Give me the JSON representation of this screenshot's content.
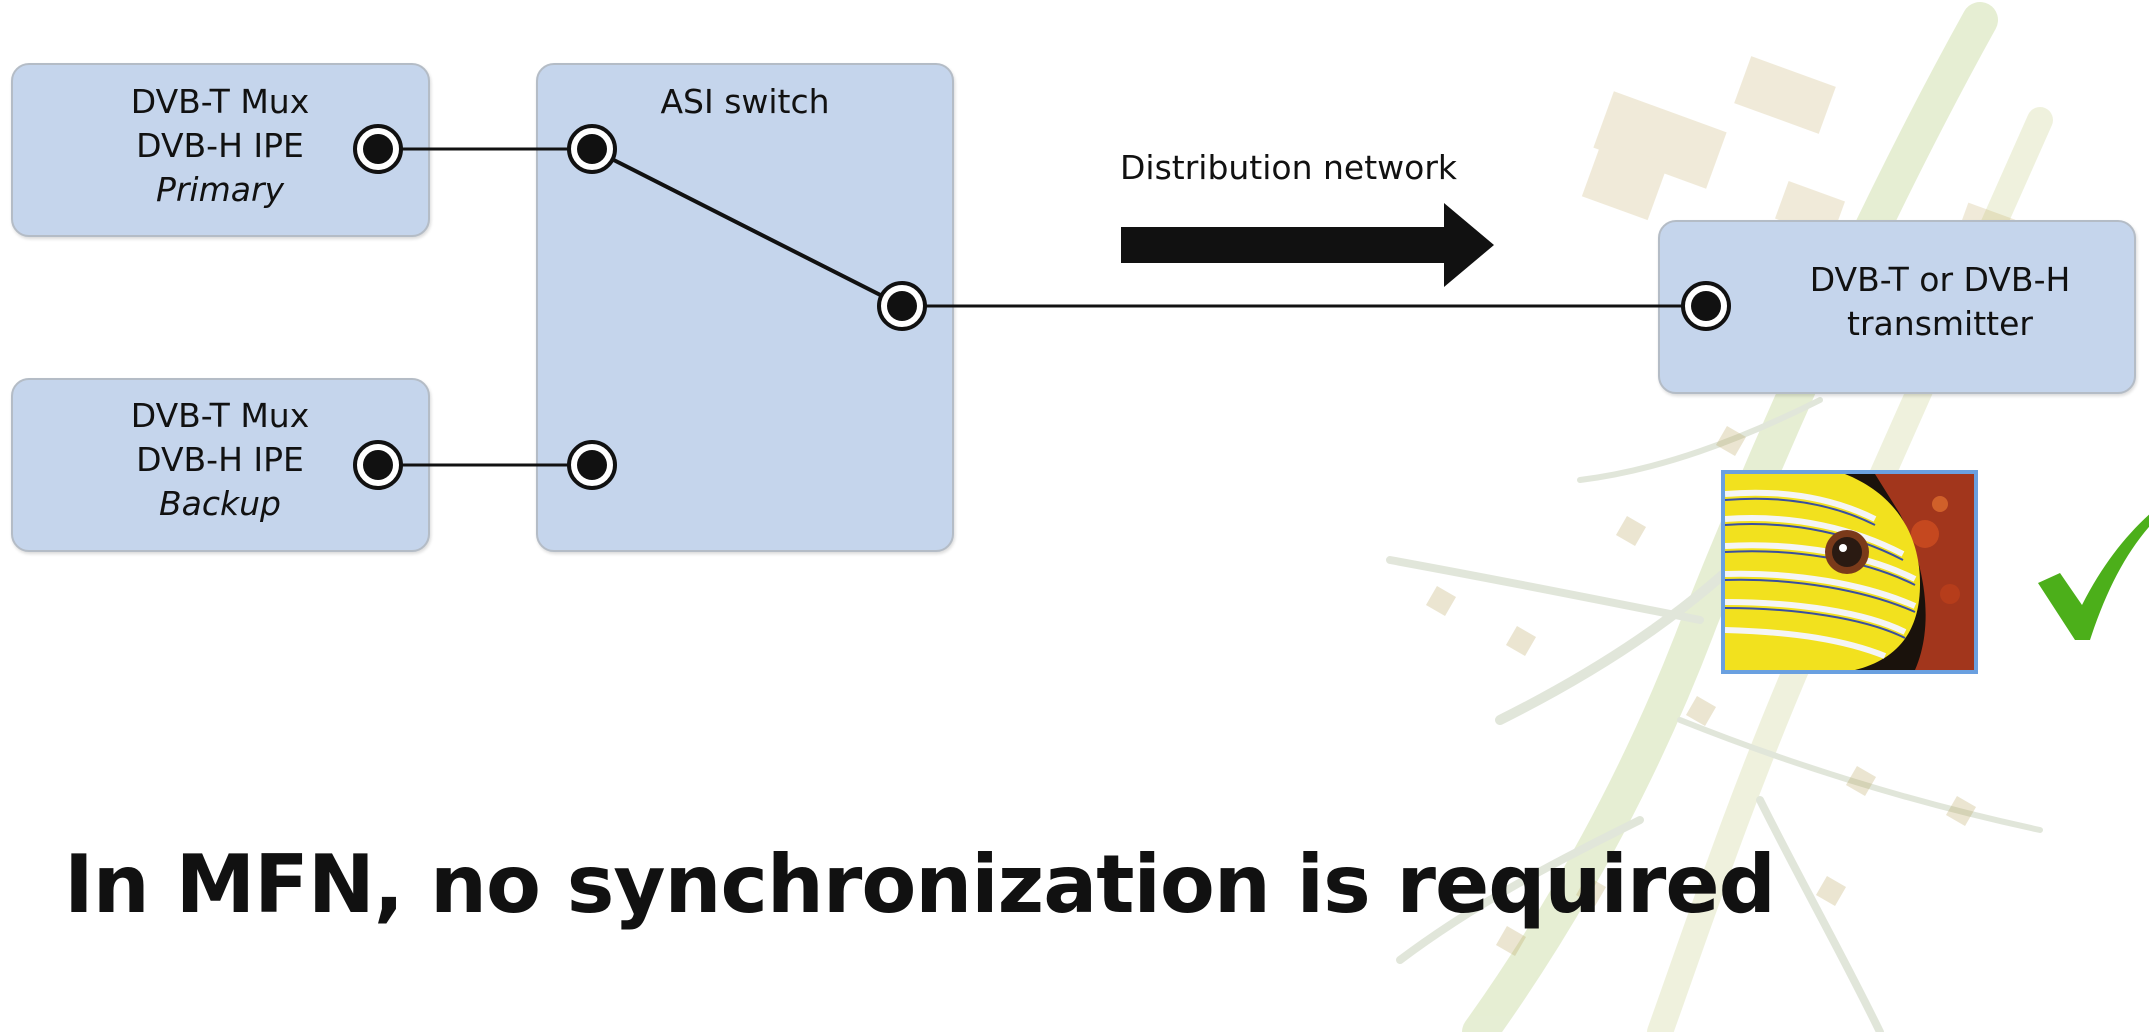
{
  "primary_box": {
    "line1": "DVB-T Mux",
    "line2": "DVB-H IPE",
    "line3": "Primary"
  },
  "backup_box": {
    "line1": "DVB-T Mux",
    "line2": "DVB-H IPE",
    "line3": "Backup"
  },
  "asi_switch": {
    "label": "ASI switch"
  },
  "network": {
    "label": "Distribution network"
  },
  "transmitter_box": {
    "line1": "DVB-T or DVB-H",
    "line2": "transmitter"
  },
  "slide": {
    "title": "In MFN, no synchronization is required"
  },
  "icons": {
    "photo": "striped-fish-photo",
    "status": "green-checkmark-icon"
  },
  "colors": {
    "box_fill": "#c5d5ec",
    "connector": "#111111",
    "check": "#4caf1a",
    "photo_border": "#6aa0e0"
  }
}
